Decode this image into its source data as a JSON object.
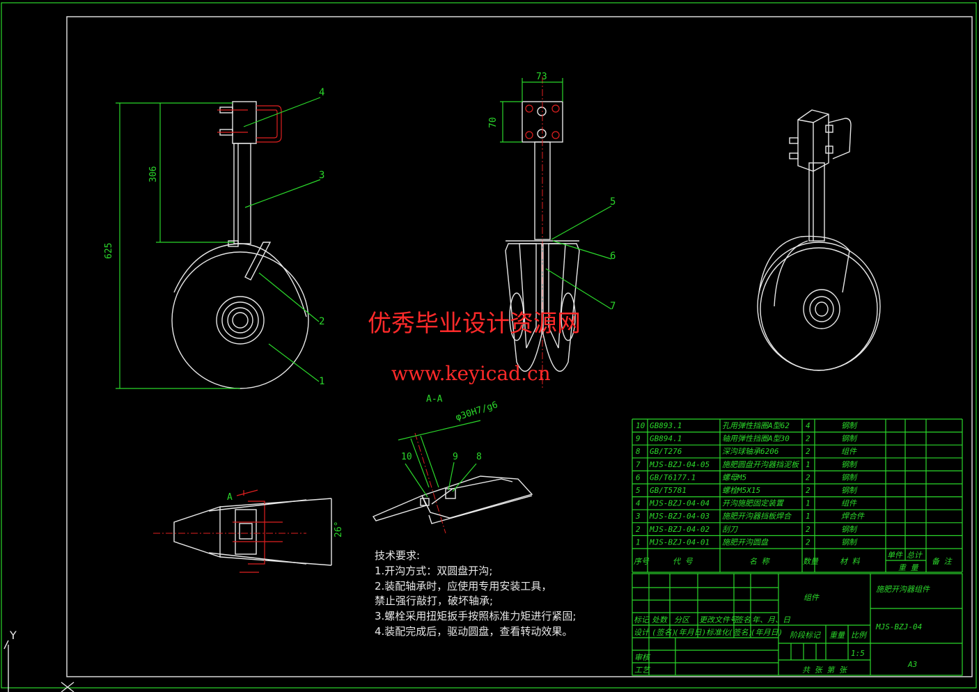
{
  "drawing": {
    "dims": {
      "d625": "625",
      "d306": "306",
      "d73": "73",
      "d70": "70",
      "d26": "26°",
      "fit": "φ30H7/g6"
    },
    "section_label": "A-A",
    "section_mark": "A",
    "callouts": [
      "1",
      "2",
      "3",
      "4",
      "5",
      "6",
      "7",
      "8",
      "9",
      "10"
    ],
    "watermark_cn": "优秀毕业设计资源网",
    "watermark_url": "www.keyicad.cn"
  },
  "notes": {
    "title": "技术要求:",
    "lines": [
      "1.开沟方式：双圆盘开沟;",
      "2.装配轴承时，应使用专用安装工具，",
      "禁止强行敲打，破坏轴承;",
      "3.螺栓采用扭矩扳手按照标准力矩进行紧固;",
      "4.装配完成后，驱动圆盘，查看转动效果。"
    ]
  },
  "bom": {
    "rows": [
      {
        "no": "10",
        "code": "GB893.1",
        "name": "孔用弹性挡圈A型62",
        "qty": "4",
        "mat": "钢制"
      },
      {
        "no": "9",
        "code": "GB894.1",
        "name": "轴用弹性挡圈A型30",
        "qty": "2",
        "mat": "钢制"
      },
      {
        "no": "8",
        "code": "GB/T276",
        "name": "深沟球轴承6206",
        "qty": "2",
        "mat": "组件"
      },
      {
        "no": "7",
        "code": "MJS-BZJ-04-05",
        "name": "施肥圆盘开沟器挡泥板",
        "qty": "1",
        "mat": "钢制"
      },
      {
        "no": "6",
        "code": "GB/T6177.1",
        "name": "螺母M5",
        "qty": "2",
        "mat": "钢制"
      },
      {
        "no": "5",
        "code": "GB/T5781",
        "name": "螺栓M5X15",
        "qty": "2",
        "mat": "钢制"
      },
      {
        "no": "4",
        "code": "MJS-BZJ-04-04",
        "name": "开沟施肥固定装置",
        "qty": "1",
        "mat": "组件"
      },
      {
        "no": "3",
        "code": "MJS-BZJ-04-03",
        "name": "施肥开沟器挡板焊合",
        "qty": "1",
        "mat": "焊合件"
      },
      {
        "no": "2",
        "code": "MJS-BZJ-04-02",
        "name": "刮刀",
        "qty": "2",
        "mat": "钢制"
      },
      {
        "no": "1",
        "code": "MJS-BZJ-04-01",
        "name": "施肥开沟圆盘",
        "qty": "2",
        "mat": "钢制"
      }
    ],
    "header": {
      "no": "序号",
      "code": "代 号",
      "name": "名 称",
      "qty": "数量",
      "mat": "材 料",
      "unit": "单件",
      "total": "总计",
      "weight": "重 量",
      "remark": "备 注"
    }
  },
  "title_block": {
    "material_word": "组件",
    "title": "施肥开沟器组件",
    "drawing_no": "MJS-BZJ-04",
    "scale": "1:5",
    "size": "A3",
    "r1": [
      "标记",
      "处数",
      "分区",
      "更改文件号",
      "签名",
      "年、月、日"
    ],
    "r2": [
      "设计",
      "(签名)",
      "(年月日)",
      "标准化",
      "(签名)",
      "(年月日)"
    ],
    "stage": "阶段标记",
    "weight": "重量",
    "ratio": "比例",
    "review": "审核",
    "process": "工艺",
    "sheets": "共  张  第  张"
  },
  "ucs": {
    "y": "Y"
  }
}
